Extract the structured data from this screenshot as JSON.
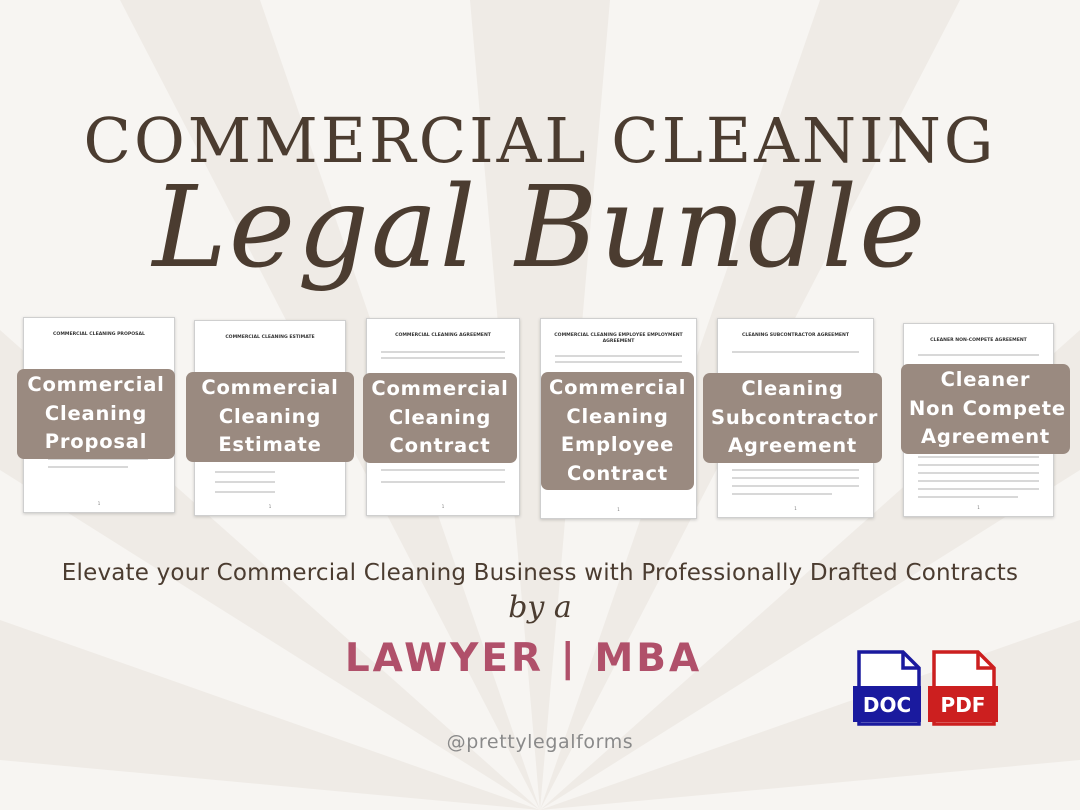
{
  "header": {
    "title": "COMMERCIAL CLEANING",
    "subtitle": "Legal Bundle"
  },
  "documents": [
    {
      "heading": "COMMERCIAL CLEANING PROPOSAL",
      "label_lines": [
        "Commercial",
        "Cleaning",
        "Proposal"
      ]
    },
    {
      "heading": "COMMERCIAL CLEANING ESTIMATE",
      "label_lines": [
        "Commercial",
        "Cleaning",
        "Estimate"
      ]
    },
    {
      "heading": "COMMERCIAL CLEANING AGREEMENT",
      "label_lines": [
        "Commercial",
        "Cleaning",
        "Contract"
      ]
    },
    {
      "heading": "COMMERCIAL CLEANING EMPLOYEE EMPLOYMENT AGREEMENT",
      "label_lines": [
        "Commercial",
        "Cleaning",
        "Employee",
        "Contract"
      ]
    },
    {
      "heading": "CLEANING SUBCONTRACTOR AGREEMENT",
      "label_lines": [
        "Cleaning",
        "Subcontractor",
        "Agreement"
      ]
    },
    {
      "heading": "CLEANER NON-COMPETE AGREEMENT",
      "label_lines": [
        "Cleaner",
        "Non Compete",
        "Agreement"
      ]
    }
  ],
  "tagline": "Elevate your Commercial Cleaning Business with Professionally Drafted Contracts",
  "by_line": "by a",
  "credentials": "LAWYER | MBA",
  "handle": "@prettylegalforms",
  "formats": {
    "doc": {
      "label": "DOC",
      "icon": "word-doc-file-icon",
      "color": "#1a1a9e"
    },
    "pdf": {
      "label": "PDF",
      "icon": "pdf-file-icon",
      "color": "#cc1f1f"
    }
  },
  "colors": {
    "title": "#4b3c30",
    "label_bg": "#9a8a80",
    "credentials": "#b0506a",
    "background": "#f7f5f2"
  }
}
